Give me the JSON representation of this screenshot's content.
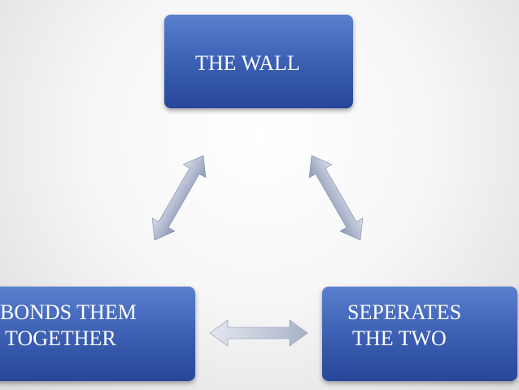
{
  "nodes": {
    "wall": "THE WALL",
    "bonds": "BONDS THEM\n TOGETHER",
    "separates": "SEPERATES\n THE TWO"
  },
  "colors": {
    "box_top": "#5a80cf",
    "box_bottom": "#26469a",
    "arrow_light": "#d9deea",
    "arrow_dark": "#8b97b5"
  }
}
